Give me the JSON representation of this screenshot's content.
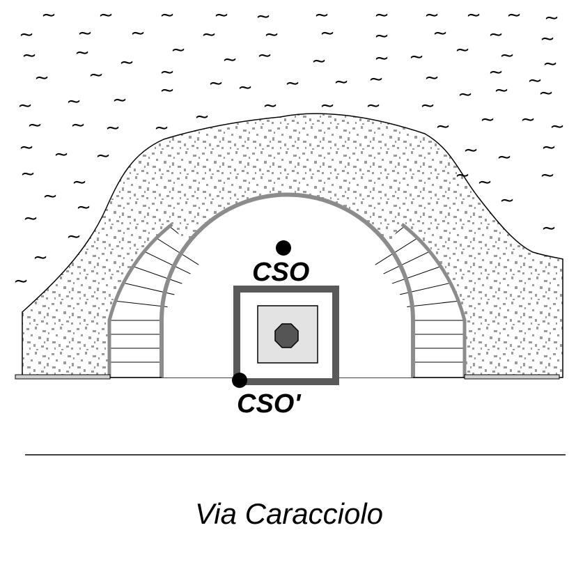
{
  "labels": {
    "cso": "CSO",
    "cso_prime": "CSO'",
    "street": "Via Caracciolo"
  },
  "icons": {
    "water": "tilde-wave-pattern",
    "soil": "stippled-fill",
    "point": "filled-circle"
  },
  "colors": {
    "background": "#ffffff",
    "ink": "#000000",
    "soil_speckle": "#9a9a9a",
    "arch_lining": "#8c8c8c",
    "shaft_frame": "#595959",
    "shaft_inner": "#e3e3e3",
    "center_dot": "#555555"
  }
}
